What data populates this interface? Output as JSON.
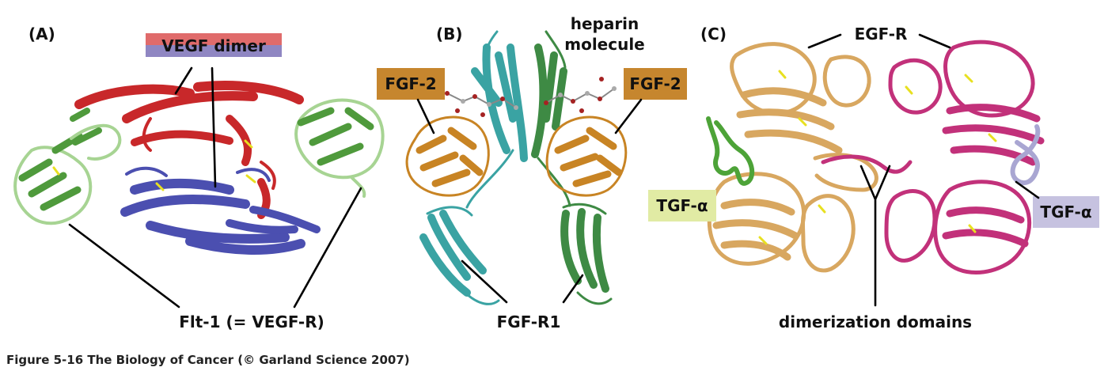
{
  "panels": {
    "a": {
      "letter": "(A)",
      "vegf_dimer_label": "VEGF dimer",
      "receptor_label": "Flt-1 (= VEGF-R)"
    },
    "b": {
      "letter": "(B)",
      "heparin_line1": "heparin",
      "heparin_line2": "molecule",
      "fgf2_left": "FGF-2",
      "fgf2_right": "FGF-2",
      "receptor_label": "FGF-R1"
    },
    "c": {
      "letter": "(C)",
      "egfr_label": "EGF-R",
      "tgf_left": "TGF-α",
      "tgf_right": "TGF-α",
      "dimerization_label": "dimerization domains"
    }
  },
  "caption": "Figure 5-16  The Biology of Cancer (© Garland Science 2007)",
  "colors": {
    "vegf_red": "#c8282a",
    "vegf_blue": "#4b4fb0",
    "vegf_label_top": "#e06b6b",
    "vegf_label_bottom": "#8f86c2",
    "receptor_green": "#4f9a3c",
    "receptor_light_green": "#a7d493",
    "fgf_orange": "#c88424",
    "fgf_label_bg": "#c6862e",
    "fgf_teal": "#3aa3a3",
    "fgf_green": "#3e8a44",
    "egfr_tan": "#d8a760",
    "egfr_magenta": "#c2317a",
    "tgf_green": "#4da338",
    "tgf_lavender": "#a9a6d2",
    "tgf_left_bg": "#e1eba4",
    "tgf_right_bg": "#c6c2e0",
    "disulfide_yellow": "#e8e020"
  }
}
